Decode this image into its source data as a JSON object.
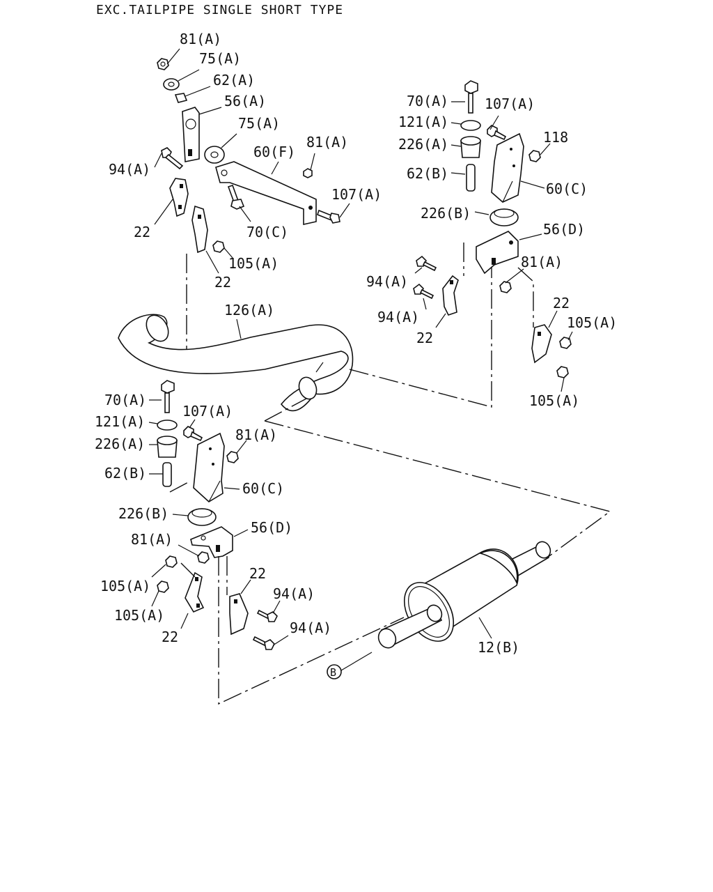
{
  "title": "EXC.TAILPIPE SINGLE SHORT TYPE",
  "callouts": [
    "81(A)",
    "75(A)",
    "62(A)",
    "56(A)",
    "75(A)",
    "60(F)",
    "81(A)",
    "94(A)",
    "107(A)",
    "22",
    "70(C)",
    "105(A)",
    "22",
    "70(A)",
    "107(A)",
    "121(A)",
    "226(A)",
    "118",
    "62(B)",
    "60(C)",
    "226(B)",
    "56(D)",
    "81(A)",
    "94(A)",
    "94(A)",
    "22",
    "22",
    "105(A)",
    "105(A)",
    "126(A)",
    "70(A)",
    "107(A)",
    "121(A)",
    "226(A)",
    "81(A)",
    "62(B)",
    "60(C)",
    "226(B)",
    "56(D)",
    "81(A)",
    "22",
    "105(A)",
    "94(A)",
    "105(A)",
    "94(A)",
    "22",
    "12(B)",
    "B"
  ]
}
